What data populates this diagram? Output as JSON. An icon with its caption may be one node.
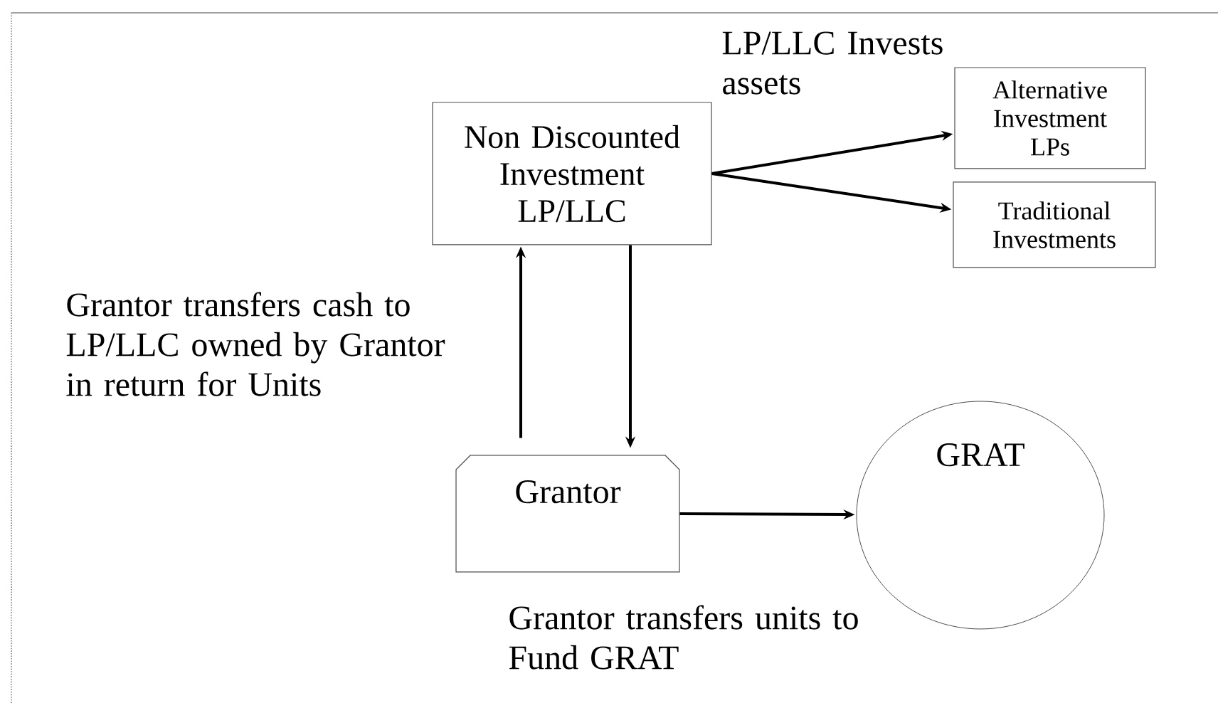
{
  "diagram": {
    "nodes": [
      {
        "text": [
          "Non Discounted Investment LP/LLC"
        ]
      },
      {
        "text": [
          "Alternative Investment LPs"
        ]
      },
      {
        "text": [
          "Traditional Investments"
        ]
      },
      {
        "text": [
          "Grantor"
        ]
      },
      {
        "text": [
          "GRAT"
        ]
      }
    ],
    "edges": [
      {
        "from": 3,
        "to": 0,
        "arrow": "to"
      },
      {
        "from": 0,
        "to": 3,
        "arrow": "to"
      },
      {
        "from": 0,
        "to": 1,
        "arrow": "to"
      },
      {
        "from": 0,
        "to": 2,
        "arrow": "to"
      },
      {
        "from": 3,
        "to": 4,
        "arrow": "to"
      }
    ],
    "labels": [
      "LP/LLC Invests assets",
      "Grantor transfers cash to LP/LLC owned by Grantor in return for Units",
      "Grantor transfers units to Fund GRAT"
    ]
  }
}
